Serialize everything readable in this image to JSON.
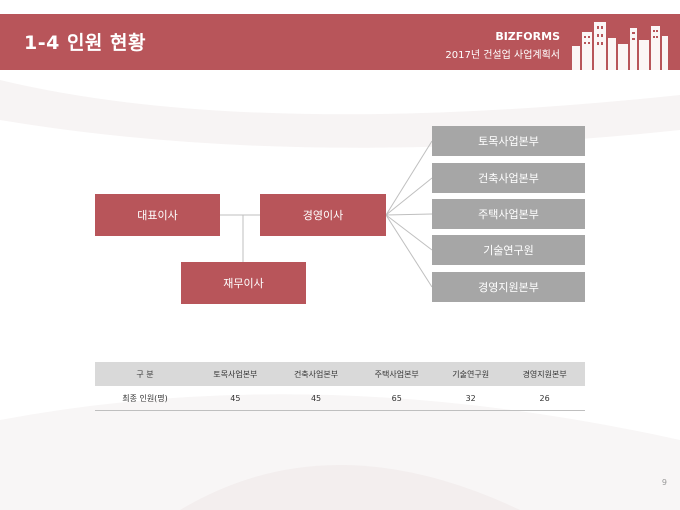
{
  "header": {
    "title": "1-4 인원 현황",
    "brand": "BIZFORMS",
    "subtitle": "2017년 건설업 사업계획서"
  },
  "org_chart": {
    "ceo": "대표이사",
    "management": "경영이사",
    "finance": "재무이사",
    "divisions": [
      "토목사업본부",
      "건축사업본부",
      "주택사업본부",
      "기술연구원",
      "경영지원본부"
    ]
  },
  "table": {
    "headers": [
      "구   분",
      "토목사업본부",
      "건축사업본부",
      "주택사업본부",
      "기술연구원",
      "경영지원본부"
    ],
    "rows": [
      [
        "최종 인원(명)",
        "45",
        "45",
        "65",
        "32",
        "26"
      ]
    ]
  },
  "footer": {
    "page_number": "9"
  },
  "colors": {
    "accent_red": "#b8555a",
    "division_gray": "#a6a6a6",
    "table_header": "#d9d9d9"
  }
}
